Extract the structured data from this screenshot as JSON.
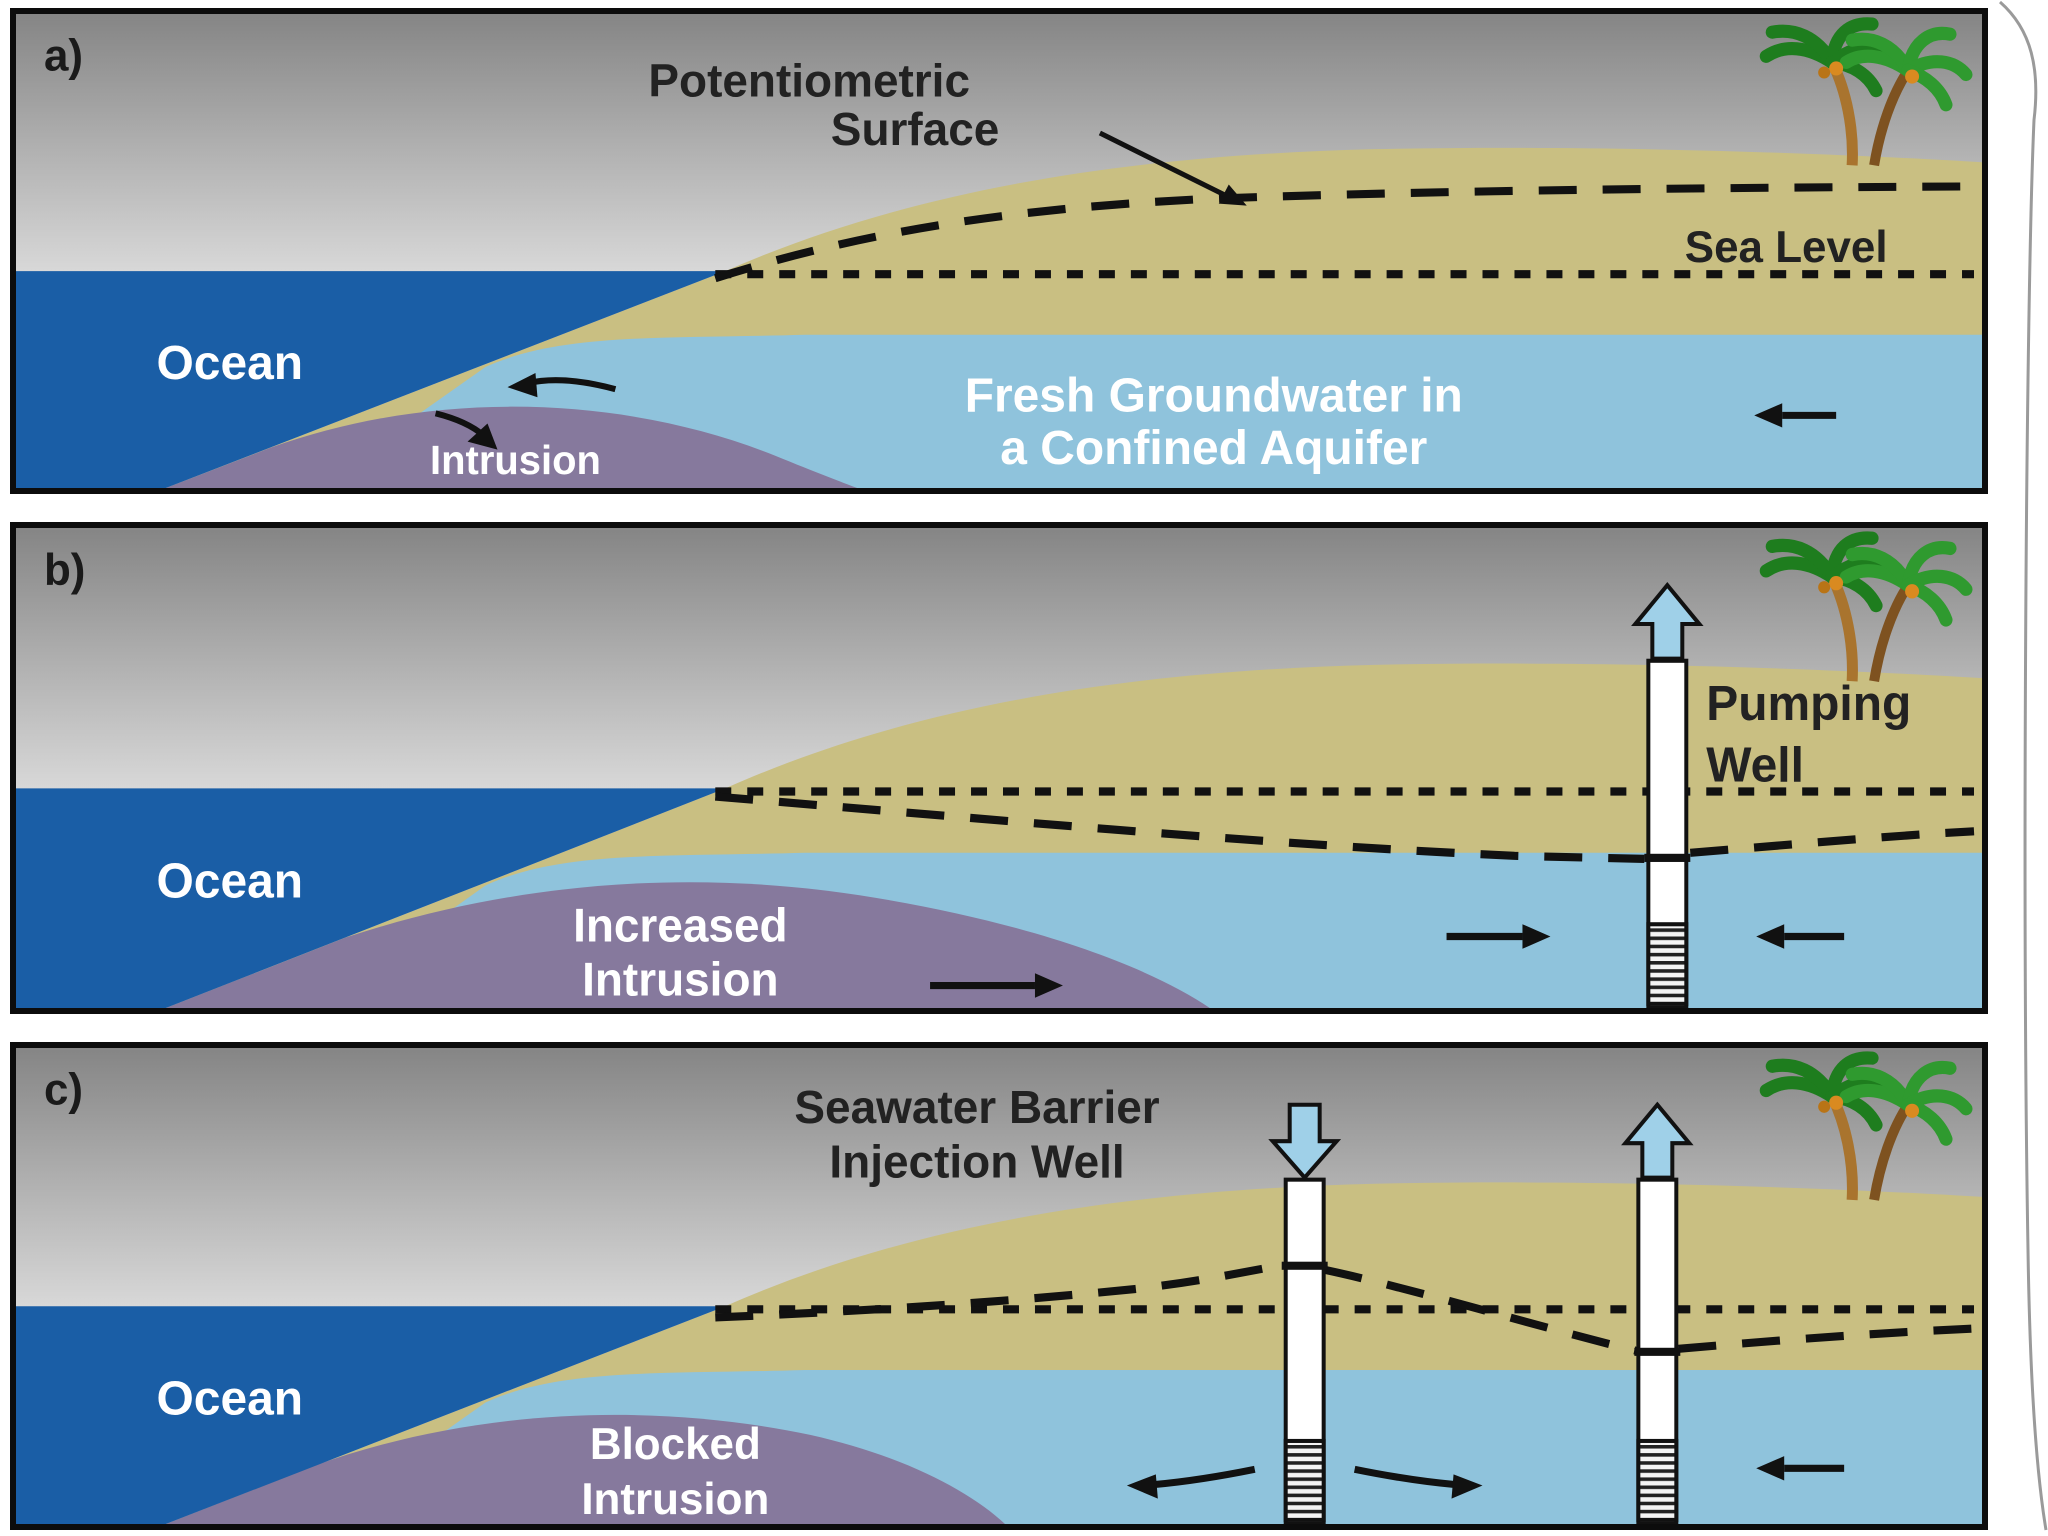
{
  "colors": {
    "ocean": "#1a5ea6",
    "land": "#c9bf82",
    "aquifer": "#8fc3dc",
    "intrusion": "#86799d",
    "sky_top": "#858585",
    "sky_bottom": "#f1f1f1",
    "arrow_fill": "#9fd0e8",
    "line": "#111111"
  },
  "panel_a": {
    "tag": "a)",
    "potentiometric_label_line1": "Potentiometric",
    "potentiometric_label_line2": "Surface",
    "sea_level_label": "Sea Level",
    "ocean_label": "Ocean",
    "intrusion_label": "Intrusion",
    "aquifer_label_line1": "Fresh Groundwater in",
    "aquifer_label_line2": "a Confined Aquifer"
  },
  "panel_b": {
    "tag": "b)",
    "ocean_label": "Ocean",
    "intrusion_label_line1": "Increased",
    "intrusion_label_line2": "Intrusion",
    "well_label_line1": "Pumping",
    "well_label_line2": "Well"
  },
  "panel_c": {
    "tag": "c)",
    "title_line1": "Seawater Barrier",
    "title_line2": "Injection Well",
    "ocean_label": "Ocean",
    "intrusion_label_line1": "Blocked",
    "intrusion_label_line2": "Intrusion"
  }
}
